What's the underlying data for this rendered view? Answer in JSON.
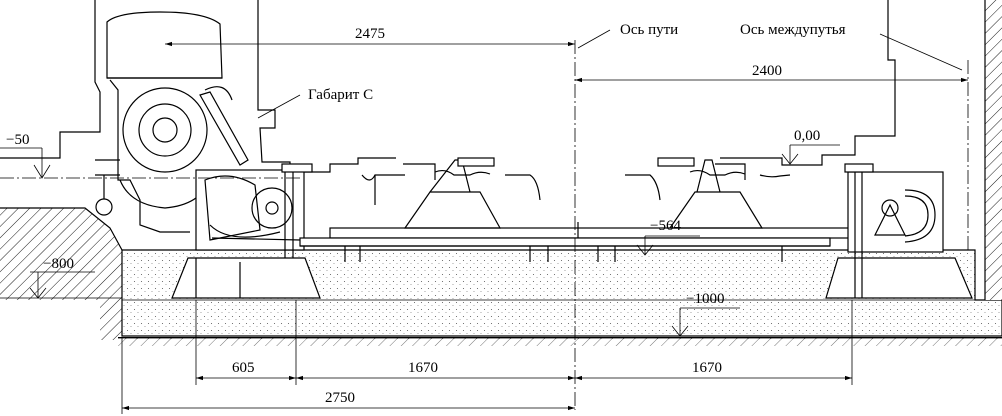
{
  "labels": {
    "track_axis": "Ось пути",
    "interspace_axis": "Ось междупутья",
    "clearance": "Габарит С"
  },
  "dimensions": {
    "d2475": "2475",
    "d2400": "2400",
    "d605": "605",
    "d1670_left": "1670",
    "d1670_right": "1670",
    "d2750": "2750"
  },
  "levels": {
    "zero": "0,00",
    "minus50": "−50",
    "minus564": "−564",
    "minus800": "−800",
    "minus1000": "−1000"
  }
}
